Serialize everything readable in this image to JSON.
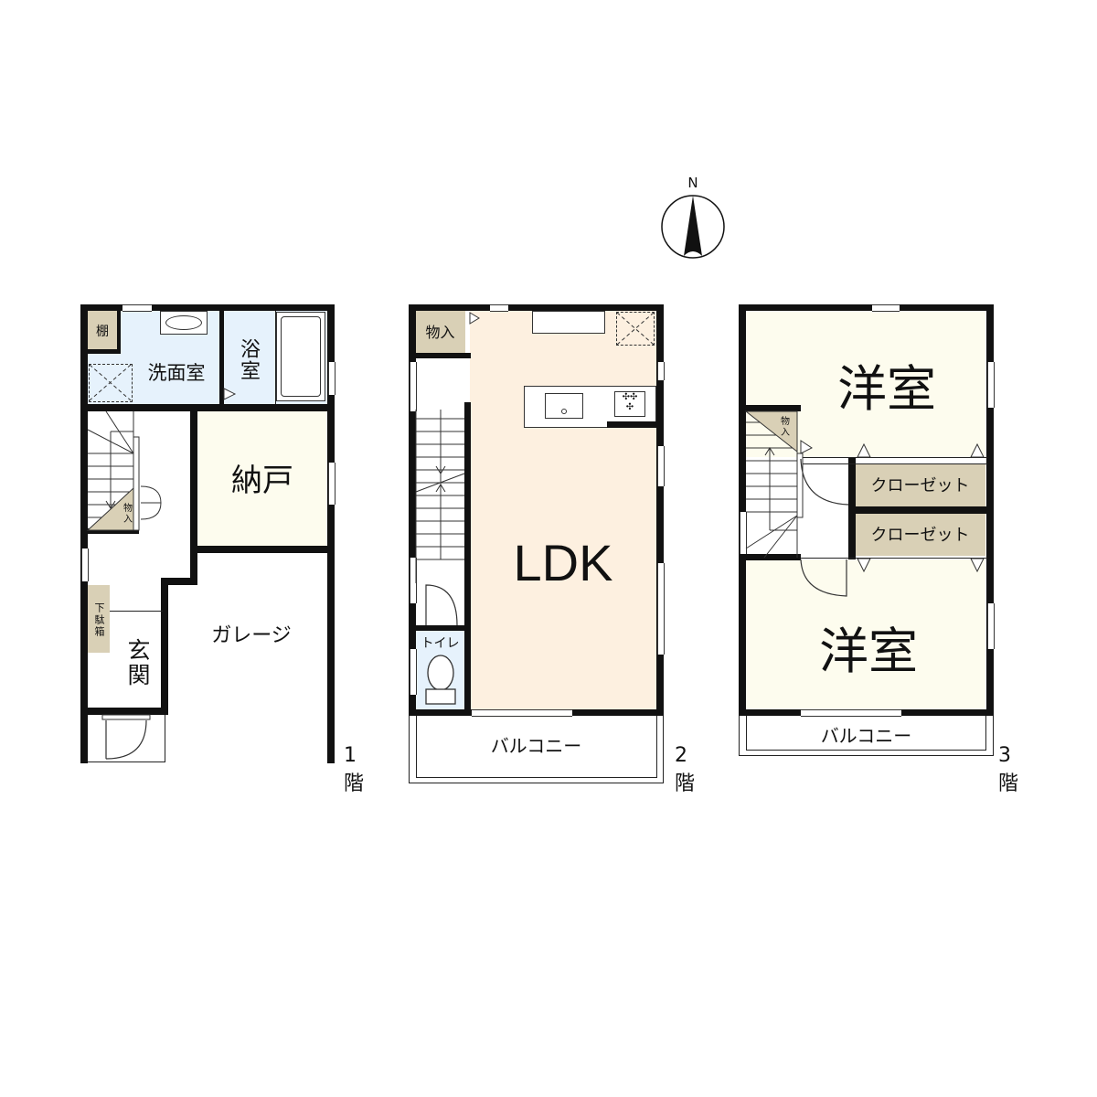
{
  "compass": {
    "label": "N",
    "icon": "north-arrow-icon"
  },
  "colors": {
    "wet_area": "#e6f2fc",
    "storage": "#d9d0b6",
    "ldk": "#fdf0e0",
    "bedroom": "#fdfcee",
    "wall": "#111111"
  },
  "floors": [
    {
      "name": "1階",
      "rooms": {
        "shelf": "棚",
        "washroom": "洗面室",
        "bathroom": "浴室",
        "storeroom": "納戸",
        "closet": "物入",
        "shoe_box": "下駄箱",
        "entrance": "玄関",
        "garage": "ガレージ"
      }
    },
    {
      "name": "2階",
      "rooms": {
        "closet": "物入",
        "ldk": "LDK",
        "toilet": "トイレ",
        "balcony": "バルコニー"
      }
    },
    {
      "name": "3階",
      "rooms": {
        "bedroom_north": "洋室",
        "closet_small": "物入",
        "walkin_1": "クローゼット",
        "walkin_2": "クローゼット",
        "bedroom_south": "洋室",
        "balcony": "バルコニー"
      }
    }
  ]
}
